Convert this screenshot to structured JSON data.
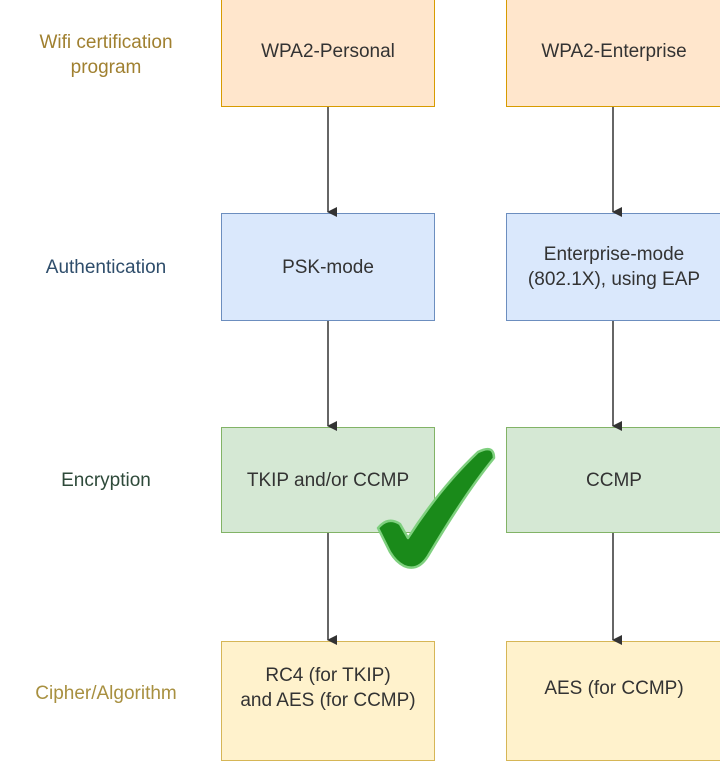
{
  "diagram": {
    "rows": [
      {
        "label": "Wifi certification\nprogram",
        "label_color": "#a08030",
        "personal": "WPA2-Personal",
        "enterprise": "WPA2-Enterprise"
      },
      {
        "label": "Authentication",
        "label_color": "#2e4d6b",
        "personal": "PSK-mode",
        "enterprise": "Enterprise-mode\n(802.1X), using EAP"
      },
      {
        "label": "Encryption",
        "label_color": "#2e4a3a",
        "personal": "TKIP and/or CCMP",
        "enterprise": "CCMP"
      },
      {
        "label": "Cipher/Algorithm",
        "label_color": "#a89040",
        "personal": "RC4 (for TKIP)\nand AES (for CCMP)",
        "enterprise": "AES (for CCMP)"
      }
    ],
    "checkmark": {
      "meaning": "check-icon",
      "color": "#1a8a1a"
    }
  }
}
